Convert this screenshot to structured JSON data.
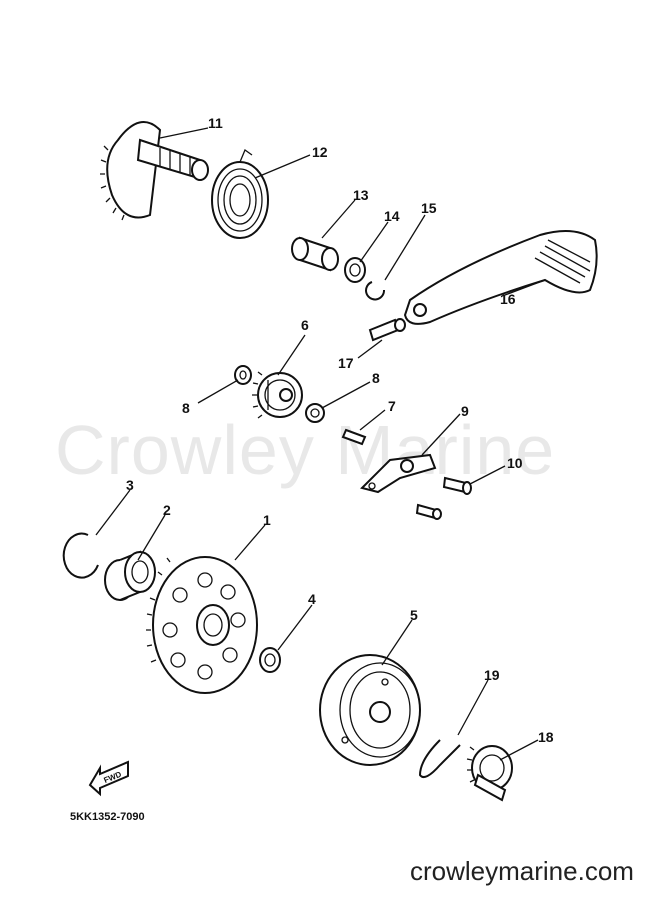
{
  "watermark": "Crowley Marine",
  "diagram_code": "5KK1352-7090",
  "website": "crowleymarine.com",
  "fwd_label": "FWD",
  "callouts": {
    "c1": "1",
    "c2": "2",
    "c3": "3",
    "c4": "4",
    "c5": "5",
    "c6": "6",
    "c7": "7",
    "c8a": "8",
    "c8b": "8",
    "c9": "9",
    "c10": "10",
    "c11": "11",
    "c12": "12",
    "c13": "13",
    "c14": "14",
    "c15": "15",
    "c16": "16",
    "c17": "17",
    "c18": "18",
    "c19": "19"
  }
}
